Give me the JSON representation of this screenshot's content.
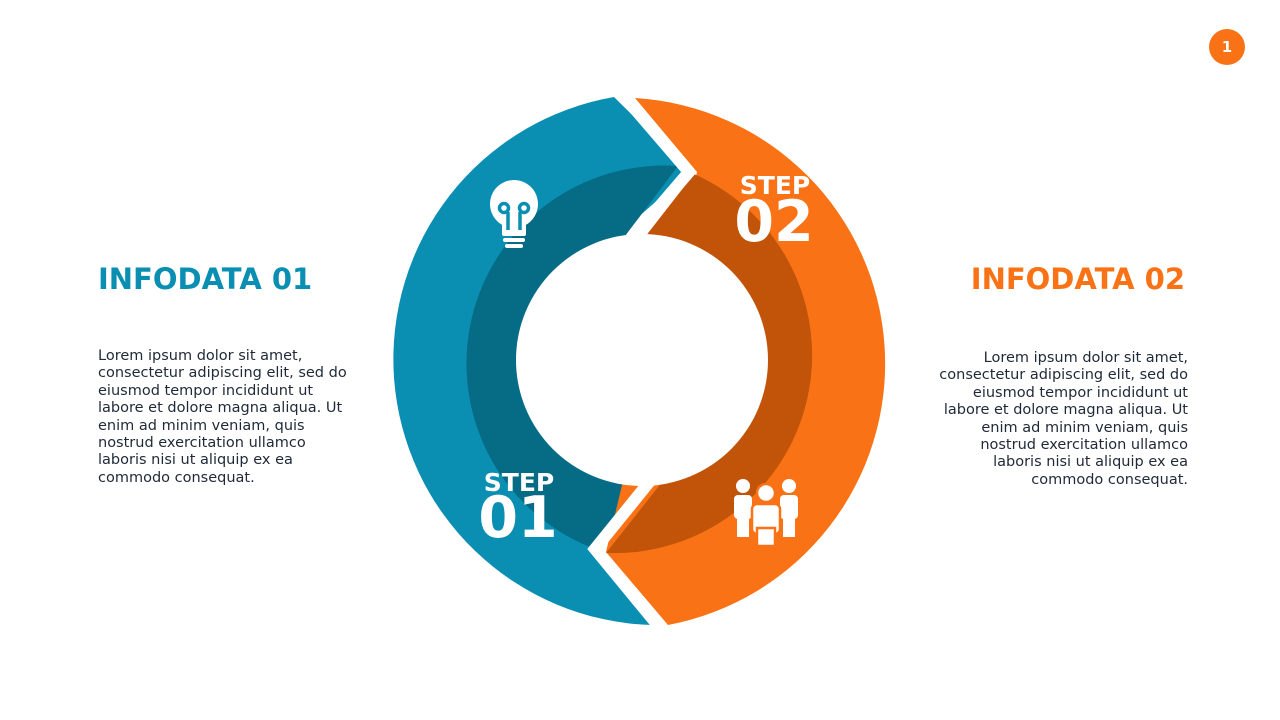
{
  "page_number": "1",
  "left": {
    "title": "INFODATA 01",
    "body": "Lorem ipsum dolor sit amet, consectetur adipiscing elit, sed do eiusmod tempor incididunt ut labore et dolore magna aliqua. Ut enim ad minim veniam, quis nostrud exercitation ullamco laboris nisi ut aliquip ex ea commodo consequat."
  },
  "right": {
    "title": "INFODATA 02",
    "body": "Lorem ipsum dolor sit amet, consectetur adipiscing elit, sed do eiusmod tempor incididunt ut labore et dolore magna aliqua. Ut enim ad minim veniam, quis nostrud exercitation ullamco laboris nisi ut aliquip ex ea commodo consequat."
  },
  "steps": [
    {
      "word": "STEP",
      "number": "01",
      "icon": "lightbulb-icon"
    },
    {
      "word": "STEP",
      "number": "02",
      "icon": "people-group-icon"
    }
  ],
  "colors": {
    "blue": "#0a8fb3",
    "blue_dark": "#066b85",
    "orange": "#f97316",
    "orange_dark": "#c2540a"
  }
}
